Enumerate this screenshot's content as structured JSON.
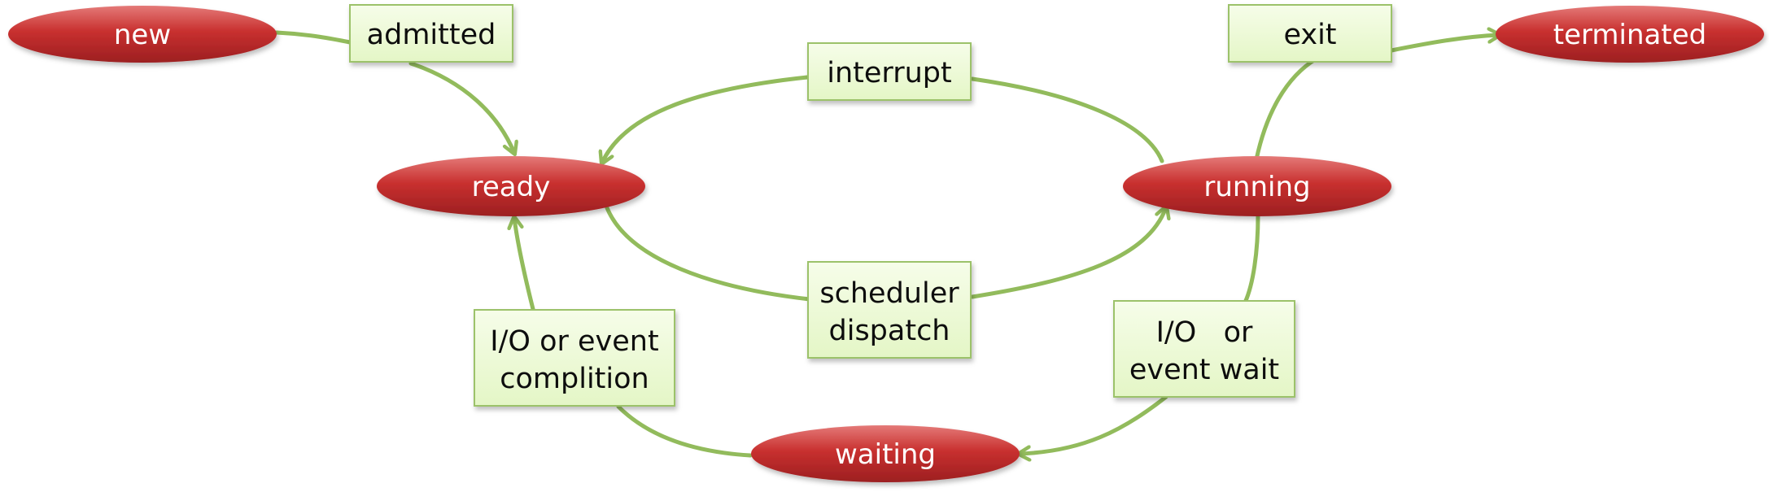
{
  "states": {
    "new": "new",
    "ready": "ready",
    "running": "running",
    "waiting": "waiting",
    "terminated": "terminated"
  },
  "transitions": {
    "admitted": [
      "admitted"
    ],
    "interrupt": [
      "interrupt"
    ],
    "exit": [
      "exit"
    ],
    "scheduler_dispatch": [
      "scheduler",
      "dispatch"
    ],
    "io_event_completion": [
      "I/O or event",
      "complition"
    ],
    "io_event_wait": [
      "I/O   or",
      "event wait"
    ]
  },
  "colors": {
    "state_fill": "#c0282b",
    "state_fill_light": "#e06c6c",
    "state_fill_dark": "#921c1e",
    "state_text": "#ffffff",
    "box_fill": "#ecf9d4",
    "box_border": "#9cc26a",
    "arrow": "#92bb5c"
  }
}
